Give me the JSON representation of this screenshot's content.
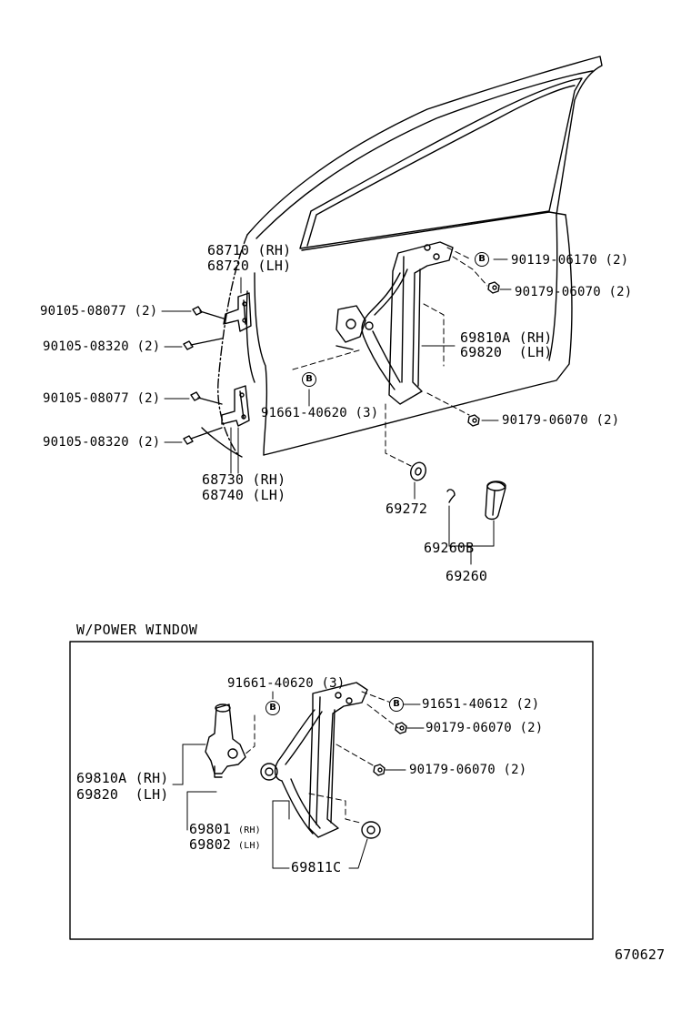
{
  "labels": {
    "p68710": "68710 (RH)",
    "p68720": "68720 (LH)",
    "b90105_08077_a": "90105-08077 (2)",
    "b90105_08320_a": "90105-08320 (2)",
    "b90105_08077_b": "90105-08077 (2)",
    "b90105_08320_b": "90105-08320 (2)",
    "p68730": "68730 (RH)",
    "p68740": "68740 (LH)",
    "b90119": "90119-06170 (2)",
    "n90179_a": "90179-06070 (2)",
    "r69810a": "69810A (RH)",
    "r69820": "69820  (LH)",
    "s91661_a": "91661-40620 (3)",
    "n90179_b": "90179-06070 (2)",
    "p69272": "69272",
    "p69260b": "69260B",
    "p69260": "69260",
    "pw_title": "W/POWER WINDOW",
    "s91661_b": "91661-40620 (3)",
    "s91651": "91651-40612 (2)",
    "n90179_c": "90179-06070 (2)",
    "n90179_d": "90179-06070 (2)",
    "pw69810a": "69810A (RH)",
    "pw69820": "69820  (LH)",
    "m69801": "69801",
    "m69801_side": "(RH)",
    "m69802": "69802",
    "m69802_side": "(LH)",
    "r69811c": "69811C",
    "fig_no": "670627"
  },
  "markers": {
    "b1": "B",
    "b2": "B",
    "b3": "B",
    "b4": "B"
  }
}
